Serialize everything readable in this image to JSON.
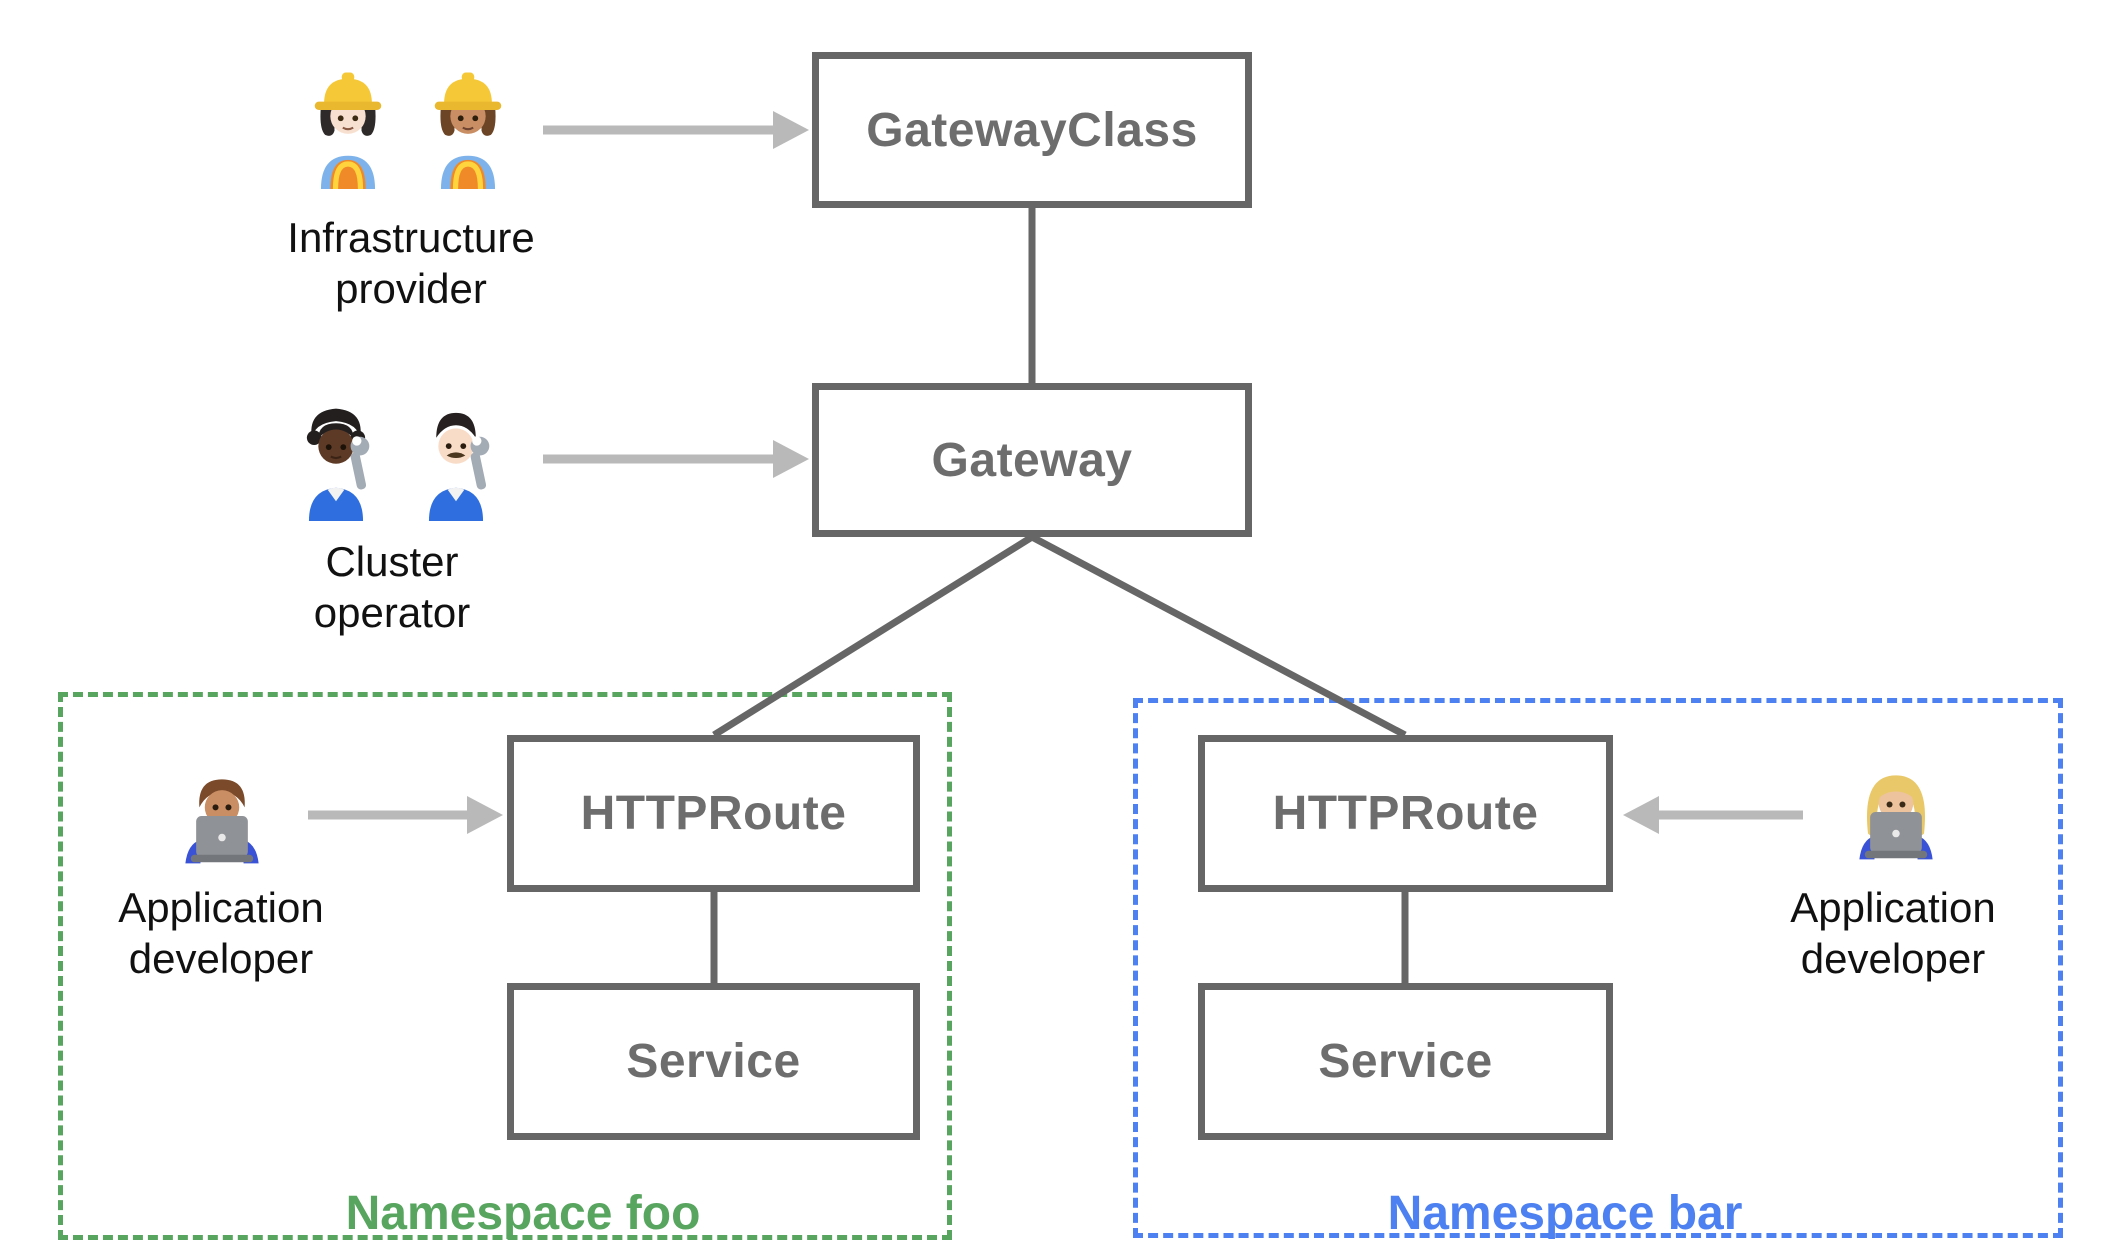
{
  "diagram": {
    "nodes": {
      "gateway_class": "GatewayClass",
      "gateway": "Gateway",
      "httproute_foo": "HTTPRoute",
      "service_foo": "Service",
      "httproute_bar": "HTTPRoute",
      "service_bar": "Service"
    },
    "namespaces": {
      "foo": {
        "label": "Namespace foo"
      },
      "bar": {
        "label": "Namespace bar"
      }
    },
    "personas": {
      "infrastructure_provider": {
        "line1": "Infrastructure",
        "line2": "provider",
        "emoji": "👷🏻‍♀️👷🏽‍♀️"
      },
      "cluster_operator": {
        "line1": "Cluster",
        "line2": "operator",
        "emoji": "🧑🏿‍🔧👨🏻‍🔧"
      },
      "app_developer_foo": {
        "line1": "Application",
        "line2": "developer",
        "emoji": "👨🏽‍💻"
      },
      "app_developer_bar": {
        "line1": "Application",
        "line2": "developer",
        "emoji": "👩🏼‍💻"
      }
    },
    "colors": {
      "box_border": "#666666",
      "box_text": "#6d6d6d",
      "connector": "#666666",
      "arrow": "#b9b9b9",
      "namespace_foo": "#57a55e",
      "namespace_bar": "#4d80f0",
      "persona_label": "#111111",
      "background": "#ffffff"
    }
  }
}
